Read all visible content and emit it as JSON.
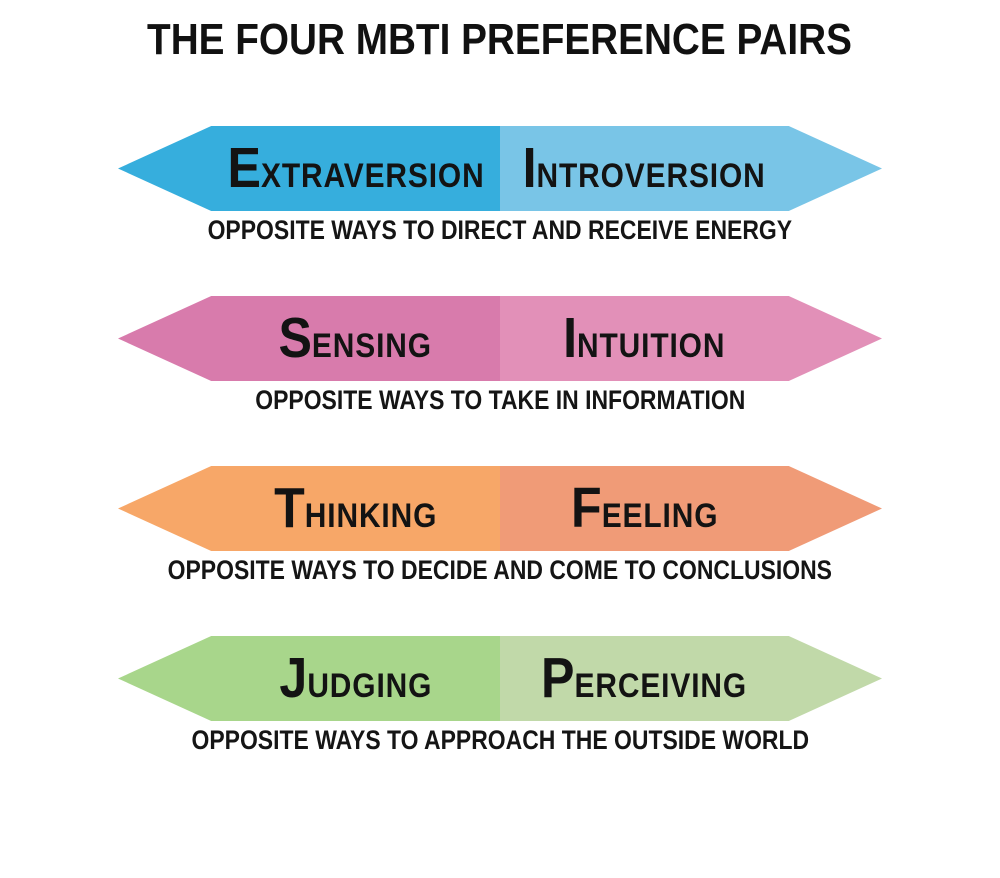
{
  "title": "THE FOUR MBTI PREFERENCE PAIRS",
  "background_color": "#ffffff",
  "text_color": "#131313",
  "pairs": [
    {
      "id": "energy",
      "left": {
        "initial": "E",
        "rest": "XTRAVERSION"
      },
      "right": {
        "initial": "I",
        "rest": "NTROVERSION"
      },
      "left_color": "#36AEDD",
      "right_color": "#79C5E7",
      "caption": "OPPOSITE WAYS TO DIRECT AND RECEIVE ENERGY"
    },
    {
      "id": "information",
      "left": {
        "initial": "S",
        "rest": "ENSING"
      },
      "right": {
        "initial": "I",
        "rest": "NTUITION"
      },
      "left_color": "#D87BAC",
      "right_color": "#E290B8",
      "caption": "OPPOSITE WAYS TO TAKE IN INFORMATION"
    },
    {
      "id": "decisions",
      "left": {
        "initial": "T",
        "rest": "HINKING"
      },
      "right": {
        "initial": "F",
        "rest": "EELING"
      },
      "left_color": "#F7A768",
      "right_color": "#F09B77",
      "caption": "OPPOSITE WAYS TO DECIDE AND COME TO CONCLUSIONS"
    },
    {
      "id": "outside-world",
      "left": {
        "initial": "J",
        "rest": "UDGING"
      },
      "right": {
        "initial": "P",
        "rest": "ERCEIVING"
      },
      "left_color": "#A8D68B",
      "right_color": "#C1D9A9",
      "caption": "OPPOSITE WAYS TO APPROACH THE OUTSIDE WORLD"
    }
  ]
}
